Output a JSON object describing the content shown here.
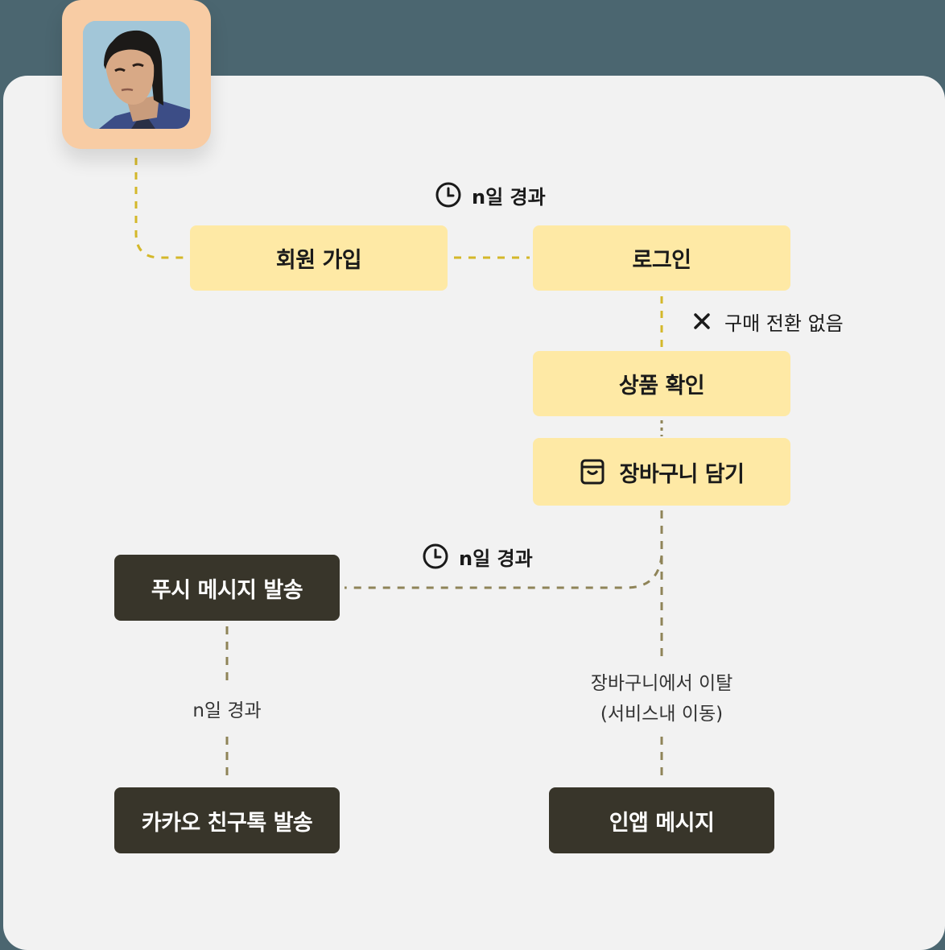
{
  "colors": {
    "background": "#4b6670",
    "card": "#f2f2f2",
    "avatar_frame": "#f8cca4",
    "node_yellow": "#fee9a5",
    "node_dark": "#38352a",
    "line_yellow": "#d4b82a",
    "line_olive": "#8f8458"
  },
  "avatar": {
    "icon": "user-photo"
  },
  "nodes": {
    "signup": "회원 가입",
    "login": "로그인",
    "product_view": "상품 확인",
    "add_to_cart": "장바구니 담기",
    "push_message": "푸시 메시지 발송",
    "kakao_message": "카카오 친구톡 발송",
    "inapp_message": "인앱 메시지"
  },
  "labels": {
    "elapsed_top": "n일 경과",
    "no_conversion": "구매 전환 없음",
    "elapsed_middle": "n일 경과",
    "elapsed_left": "n일 경과",
    "cart_exit_line1": "장바구니에서 이탈",
    "cart_exit_line2": "(서비스내 이동)"
  },
  "icons": {
    "clock": "clock-icon",
    "close": "x-icon",
    "cart": "shopping-bag-icon"
  }
}
